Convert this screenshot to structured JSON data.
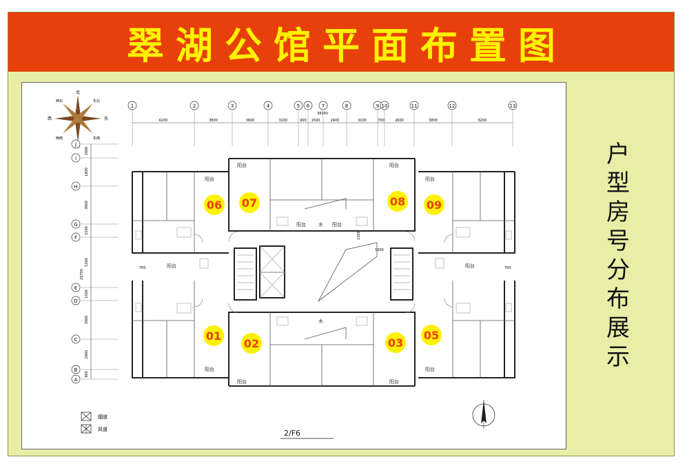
{
  "page": {
    "title": "翠湖公馆平面布置图"
  },
  "side_caption": [
    "户",
    "型",
    "房",
    "号",
    "分",
    "布",
    "展",
    "示"
  ],
  "plan": {
    "floor_label": "2/F6",
    "compass": {
      "north": "北",
      "south": "南",
      "east": "东",
      "west": "西",
      "nw": "西北",
      "ne": "东北",
      "sw": "西南",
      "se": "东南"
    },
    "axis_cols": [
      {
        "label": "1"
      },
      {
        "label": "2"
      },
      {
        "label": "3"
      },
      {
        "label": "4"
      },
      {
        "label": "5"
      },
      {
        "label": "6"
      },
      {
        "label": "7"
      },
      {
        "label": "8"
      },
      {
        "label": "9"
      },
      {
        "label": "10"
      },
      {
        "label": "11"
      },
      {
        "label": "12"
      },
      {
        "label": "13"
      }
    ],
    "col_dims": [
      "6200",
      "3800",
      "3600",
      "3100",
      "900",
      "1500",
      "2400",
      "3100",
      "700",
      "2600",
      "3800",
      "6200"
    ],
    "total_dim": "38200",
    "axis_rows": [
      {
        "label": "J"
      },
      {
        "label": "I"
      },
      {
        "label": "H"
      },
      {
        "label": "G"
      },
      {
        "label": "F"
      },
      {
        "label": "E"
      },
      {
        "label": "D"
      },
      {
        "label": "C"
      },
      {
        "label": "B"
      },
      {
        "label": "A"
      }
    ],
    "row_dims": [
      "1900",
      "1800",
      "3900",
      "1500",
      "5300",
      "1500",
      "3900",
      "2800",
      "900"
    ],
    "side_dims": {
      "left": "700",
      "right": "700",
      "stair": "1300",
      "lobby": "1300",
      "total": "26700"
    },
    "rooms": [
      {
        "label": "阳台"
      },
      {
        "label": "阳台"
      },
      {
        "label": "阳台"
      },
      {
        "label": "阳台"
      },
      {
        "label": "阳台"
      },
      {
        "label": "阳台"
      },
      {
        "label": "阳台"
      },
      {
        "label": "阳台"
      },
      {
        "label": "阳台"
      },
      {
        "label": "阳台"
      },
      {
        "label": "阳台"
      },
      {
        "label": "阳台"
      },
      {
        "label": "水"
      },
      {
        "label": "水"
      }
    ],
    "units": [
      "01",
      "02",
      "03",
      "05",
      "06",
      "07",
      "08",
      "09"
    ],
    "legend": [
      {
        "label": "烟道"
      },
      {
        "label": "风道"
      }
    ],
    "colors": {
      "title_bg": "#e8400a",
      "title_text": "#fff200",
      "frame_bg": "#e8eea6",
      "unit_badge": "#fff200",
      "unit_text": "#e8400a"
    }
  }
}
